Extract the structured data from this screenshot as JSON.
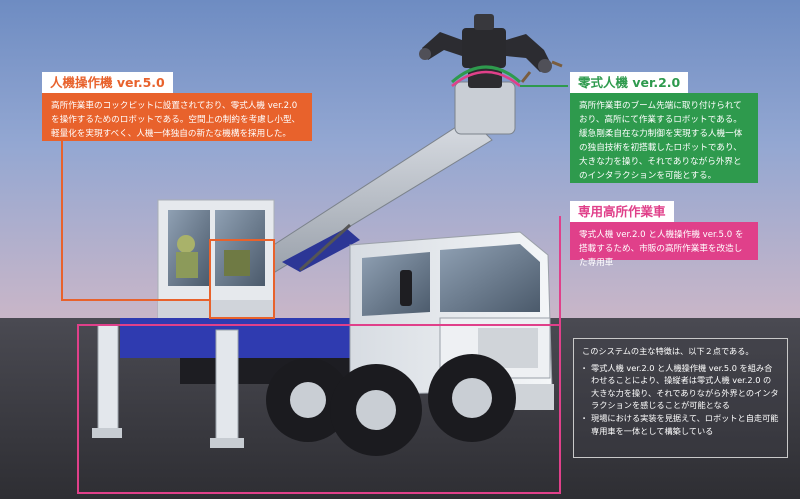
{
  "image": {
    "subject": "Utility aerial work truck with remotely operated dual-arm robot on boom tip and operator cockpit on platform",
    "colors": {
      "sky_top": "#6f8fc4",
      "sky_bottom": "#c6b6c9",
      "ground": "#3d3d44",
      "orange_accent": "#e8622c",
      "green_accent": "#2e9a4d",
      "pink_accent": "#e0408a",
      "truck_body": "#e7ebef",
      "truck_frame": "#2f3bb0"
    }
  },
  "callouts": {
    "operator": {
      "title": "人機操作機 ver.5.0",
      "body": "高所作業車のコックピットに設置されており、零式人機 ver.2.0 を操作するためのロボットである。空間上の制約を考慮し小型、軽量化を実現すべく、人機一体独自の新たな機構を採用した。"
    },
    "robot": {
      "title": "零式人機 ver.2.0",
      "body": "高所作業車のブーム先端に取り付けられており、高所にて作業するロボットである。緩急剛柔自在な力制御を実現する人機一体の独自技術を初搭載したロボットであり、大きな力を操り、それでありながら外界とのインタラクションを可能とする。"
    },
    "truck": {
      "title": "専用高所作業車",
      "body": "零式人機 ver.2.0 と人機操作機 ver.5.0 を搭載するため、市販の高所作業車を改造した専用車"
    }
  },
  "notes": {
    "intro": "このシステムの主な特徴は、以下２点である。",
    "items": [
      "零式人機 ver.2.0 と人機操作機 ver.5.0 を組み合わせることにより、操縦者は零式人機 ver.2.0 の大きな力を操り、それでありながら外界とのインタラクションを感じることが可能となる",
      "現場における実装を見据えて、ロボットと自走可能専用車を一体として構築している"
    ]
  }
}
